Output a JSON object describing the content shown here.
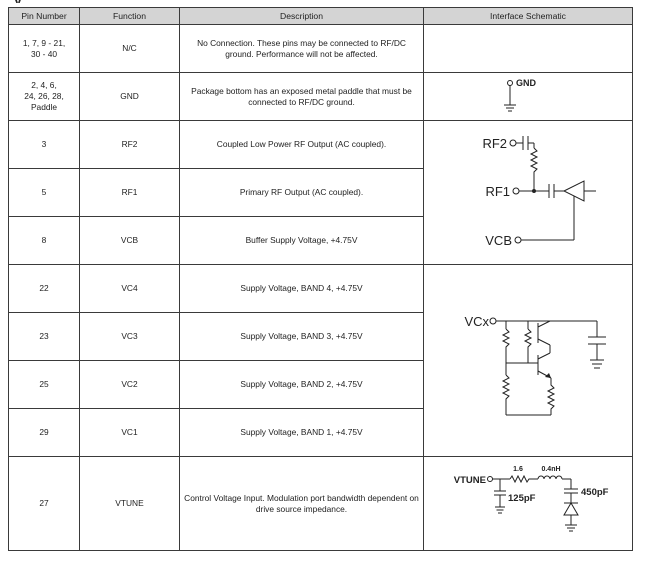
{
  "header_fragment": "y",
  "columns": [
    "Pin Number",
    "Function",
    "Description",
    "Interface Schematic"
  ],
  "rows": [
    {
      "pin": "1, 7, 9 - 21,\n30 - 40",
      "function": "N/C",
      "description": "No Connection. These pins may be connected to RF/DC ground. Performance will not be affected."
    },
    {
      "pin": "2, 4, 6,\n24, 26, 28,\nPaddle",
      "function": "GND",
      "description": "Package bottom has an exposed metal paddle that must be connected to RF/DC ground."
    },
    {
      "pin": "3",
      "function": "RF2",
      "description": "Coupled Low Power RF Output (AC coupled)."
    },
    {
      "pin": "5",
      "function": "RF1",
      "description": "Primary RF Output (AC coupled)."
    },
    {
      "pin": "8",
      "function": "VCB",
      "description": "Buffer Supply Voltage, +4.75V"
    },
    {
      "pin": "22",
      "function": "VC4",
      "description": "Supply Voltage, BAND 4, +4.75V"
    },
    {
      "pin": "23",
      "function": "VC3",
      "description": "Supply Voltage, BAND 3, +4.75V"
    },
    {
      "pin": "25",
      "function": "VC2",
      "description": "Supply Voltage, BAND 2, +4.75V"
    },
    {
      "pin": "29",
      "function": "VC1",
      "description": "Supply Voltage, BAND 1, +4.75V"
    },
    {
      "pin": "27",
      "function": "VTUNE",
      "description": "Control Voltage Input. Modulation port bandwidth dependent on drive source impedance."
    }
  ],
  "schematics": {
    "gnd_label": "GND",
    "rf2_label": "RF2",
    "rf1_label": "RF1",
    "vcb_label": "VCB",
    "vcx_label": "VCx",
    "vtune_label": "VTUNE",
    "r_value": "1.6",
    "l_value": "0.4nH",
    "c1_value": "125pF",
    "c2_value": "450pF"
  }
}
